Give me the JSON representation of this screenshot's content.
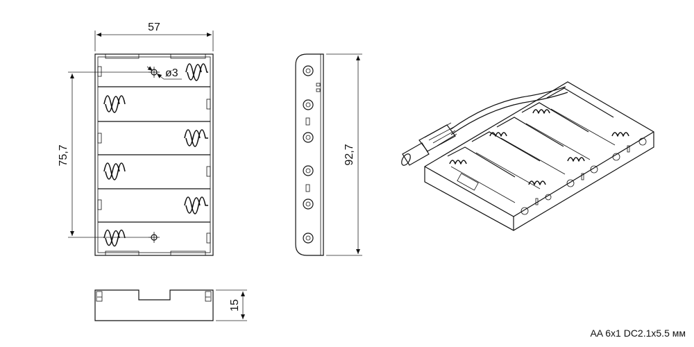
{
  "dimensions": {
    "width": "57",
    "inner_height": "75,7",
    "hole_diameter": "ø3",
    "total_height": "92,7",
    "depth": "15"
  },
  "caption": "AA 6x1 DC2.1x5.5 мм"
}
